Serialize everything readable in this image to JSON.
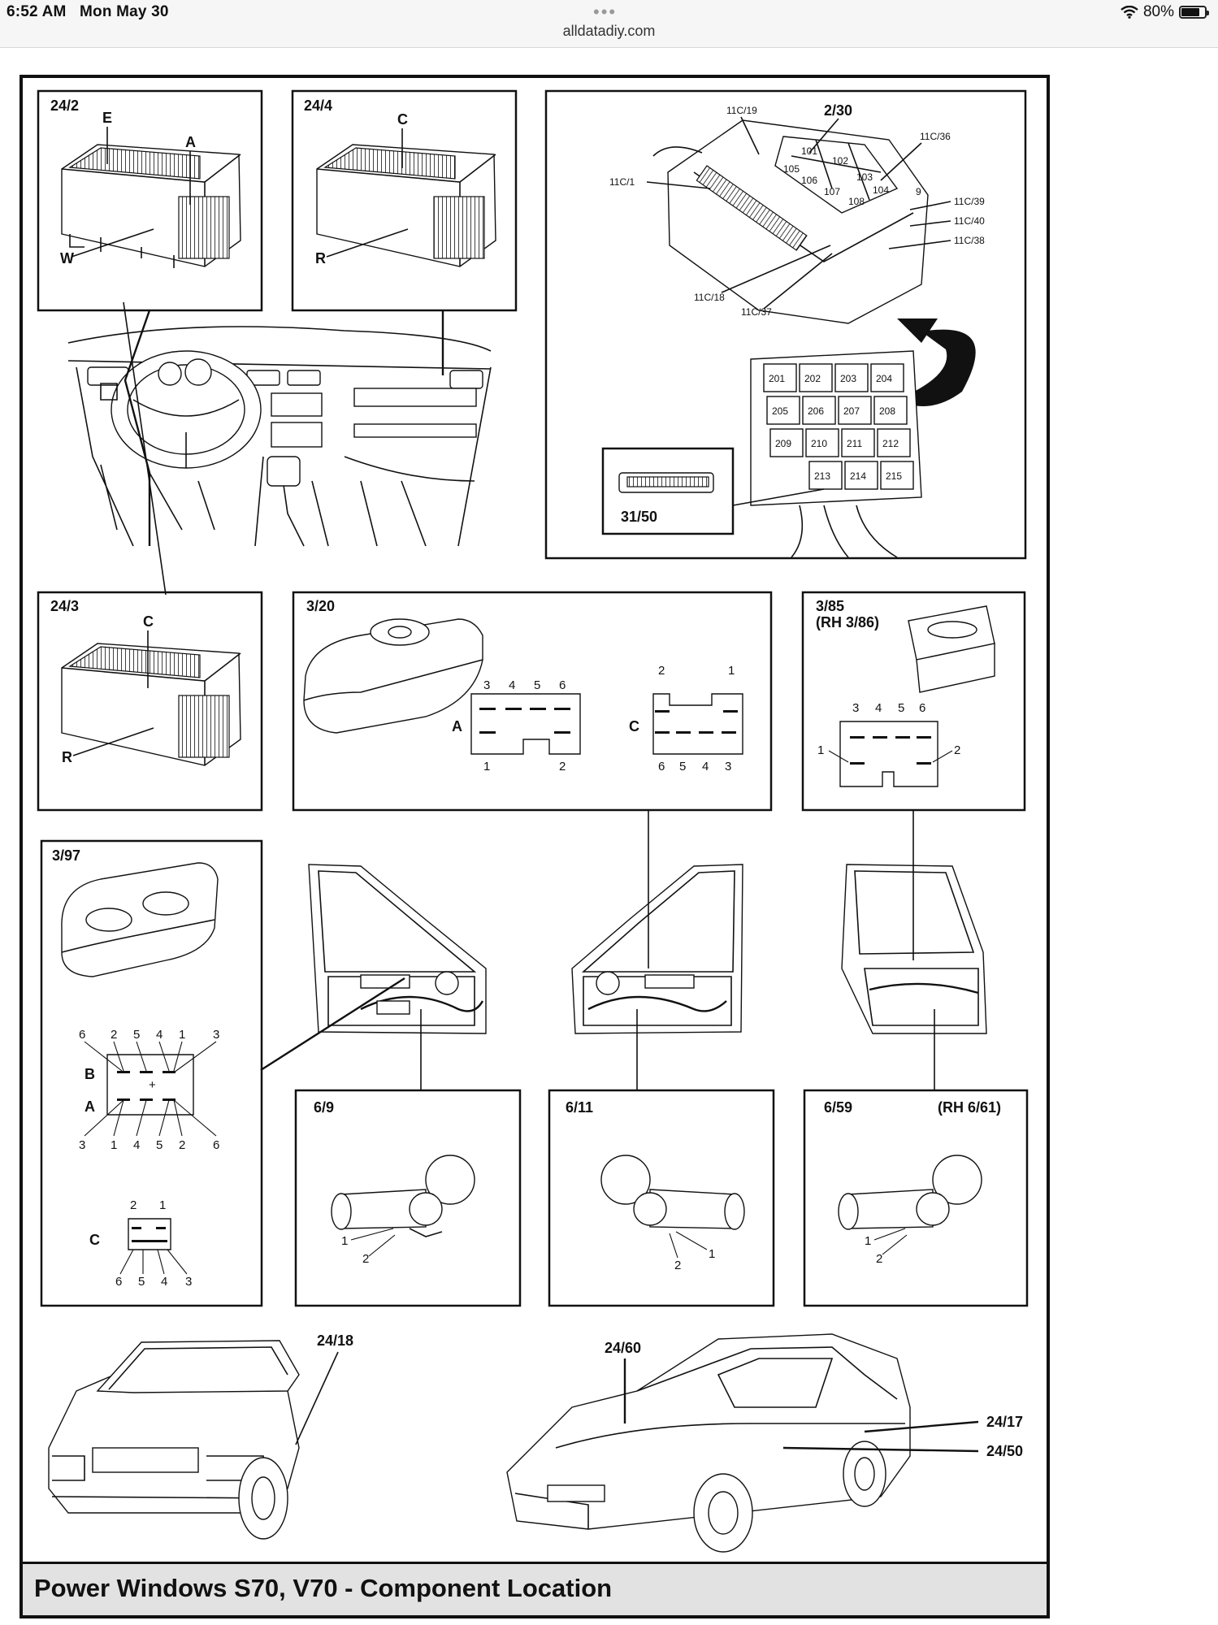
{
  "status_bar": {
    "time": "6:52 AM",
    "date": "Mon May 30",
    "url": "alldatadiy.com",
    "battery": "80%",
    "battery_level": 0.8,
    "icons": [
      "wifi-icon",
      "battery-icon",
      "more-dots-icon"
    ]
  },
  "diagram": {
    "caption": "Power Windows S70, V70 - Component Location",
    "components": {
      "c24_2": {
        "id": "24/2",
        "letters": [
          "E",
          "A",
          "W"
        ]
      },
      "c24_4": {
        "id": "24/4",
        "letters": [
          "C",
          "R"
        ]
      },
      "c2_30": {
        "id": "2/30",
        "connectors": [
          "11C/19",
          "11C/36",
          "11C/1",
          "11C/39",
          "11C/40",
          "11C/38",
          "11C/18",
          "11C/37"
        ],
        "relays": [
          "101",
          "102",
          "103",
          "104",
          "105",
          "106",
          "107",
          "108"
        ],
        "pin": "9",
        "fuses": [
          "201",
          "202",
          "203",
          "204",
          "205",
          "206",
          "207",
          "208",
          "209",
          "210",
          "211",
          "212",
          "213",
          "214",
          "215"
        ],
        "inset": "31/50"
      },
      "c24_3": {
        "id": "24/3",
        "letters": [
          "C",
          "R"
        ]
      },
      "c3_20": {
        "id": "3/20",
        "conn_a": {
          "letter": "A",
          "top_pins": [
            "3",
            "4",
            "5",
            "6"
          ],
          "bottom_pins": [
            "1",
            "2"
          ]
        },
        "conn_c": {
          "letter": "C",
          "top_pins": [
            "2",
            "1"
          ],
          "bottom_pins": [
            "6",
            "5",
            "4",
            "3"
          ]
        }
      },
      "c3_85": {
        "id": "3/85",
        "alt": "(RH 3/86)",
        "top_pins": [
          "3",
          "4",
          "5",
          "6"
        ],
        "side_pins": [
          "1",
          "2"
        ]
      },
      "c3_97": {
        "id": "3/97",
        "top_pins": [
          "6",
          "2",
          "5",
          "4",
          "1",
          "3"
        ],
        "row_b": "B",
        "row_a": "A",
        "bottom_pins": [
          "3",
          "1",
          "4",
          "5",
          "2",
          "6"
        ],
        "conn_c": {
          "letter": "C",
          "top_pins": [
            "2",
            "1"
          ],
          "bottom_pins": [
            "6",
            "5",
            "4",
            "3"
          ]
        }
      },
      "c6_9": {
        "id": "6/9",
        "pins": [
          "1",
          "2"
        ]
      },
      "c6_11": {
        "id": "6/11",
        "pins": [
          "2",
          "1"
        ]
      },
      "c6_59": {
        "id": "6/59",
        "alt": "(RH 6/61)",
        "pins": [
          "1",
          "2"
        ]
      },
      "c24_18": {
        "id": "24/18"
      },
      "c24_60": {
        "id": "24/60"
      },
      "c24_17": {
        "id": "24/17"
      },
      "c24_50": {
        "id": "24/50"
      }
    }
  }
}
